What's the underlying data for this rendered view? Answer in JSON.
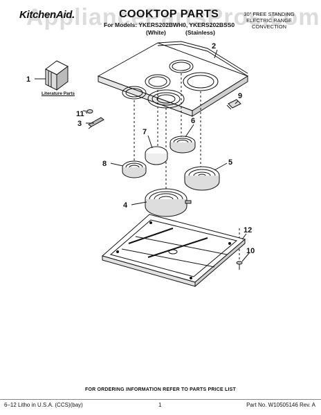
{
  "header": {
    "brand": "KitchenAid.",
    "title": "COOKTOP PARTS",
    "models_label": "For Models: YKERS202BWH0, YKERS202BSS0",
    "variant_white": "(White)",
    "variant_stainless": "(Stainless)",
    "range_type": [
      "30\" FREE STANDING",
      "ELECTRIC RANGE",
      "CONVECTION"
    ],
    "watermark": "AppliancePartsPros.com"
  },
  "diagram": {
    "literature_label": "Literature Parts",
    "callouts": [
      "1",
      "2",
      "3",
      "4",
      "5",
      "6",
      "7",
      "8",
      "9",
      "10",
      "11",
      "12"
    ]
  },
  "footer": {
    "ordering_note": "FOR ORDERING INFORMATION REFER TO PARTS PRICE LIST",
    "litho": "6–12 Litho in U.S.A. (CCS)(bay)",
    "page_number": "1",
    "part_number": "Part No. W10505146 Rev. A"
  },
  "colors": {
    "line": "#111111",
    "watermark": "#969696"
  }
}
